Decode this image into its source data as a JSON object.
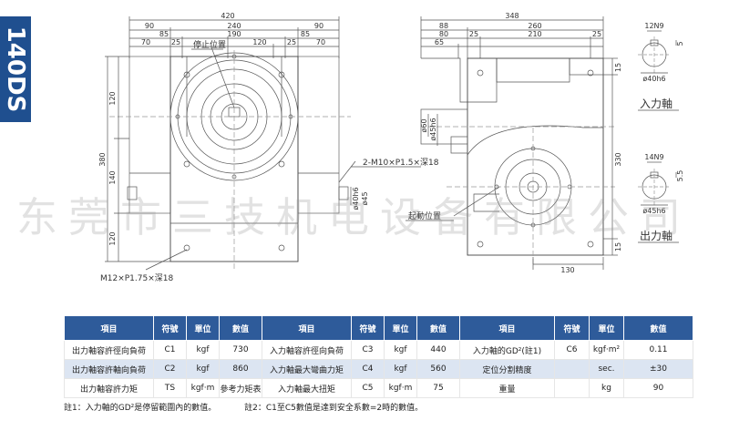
{
  "model": "140DS",
  "watermark": "东莞市三技机电设备有限公司",
  "front_view": {
    "dims_top": [
      "420",
      "90",
      "240",
      "90",
      "85",
      "190",
      "85",
      "70",
      "120",
      "25",
      "25",
      "70"
    ],
    "dims_left": [
      "120",
      "380",
      "140",
      "120"
    ],
    "labels": {
      "stop_position": "停止位置",
      "tap_top": "2-M10×P1.5×深18",
      "tap_bottom": "M12×P1.75×深18",
      "d40": "ø40h6",
      "d45": "ø45"
    }
  },
  "side_view": {
    "dims_top": [
      "348",
      "88",
      "260",
      "80",
      "25",
      "210",
      "25",
      "65"
    ],
    "dims_right": [
      "15",
      "330",
      "15"
    ],
    "dims_bottom": [
      "130"
    ],
    "labels": {
      "d60": "ø60",
      "d45h6": "ø45h6",
      "indexing_position": "起動位置"
    }
  },
  "input_shaft": {
    "label": "入力軸",
    "key": "12N9",
    "dim": "5",
    "dia": "ø40h6"
  },
  "output_shaft": {
    "label": "出力軸",
    "key": "14N9",
    "dim": "5.5",
    "dia": "ø45h6"
  },
  "table": {
    "headers": [
      "項目",
      "符號",
      "單位",
      "數值",
      "項目",
      "符號",
      "單位",
      "數值",
      "項目",
      "符號",
      "單位",
      "數值"
    ],
    "rows": [
      [
        "出力軸容許徑向負荷",
        "C1",
        "kgf",
        "730",
        "入力軸容許徑向負荷",
        "C3",
        "kgf",
        "440",
        "入力軸的GD²(註1)",
        "C6",
        "kgf·m²",
        "0.11"
      ],
      [
        "出力軸容許軸向負荷",
        "C2",
        "kgf",
        "860",
        "入力軸最大彎曲力矩",
        "C4",
        "kgf",
        "560",
        "定位分割精度",
        "",
        "sec.",
        "±30"
      ],
      [
        "出力軸容許力矩",
        "TS",
        "kgf·m",
        "參考力矩表",
        "入力軸最大扭矩",
        "C5",
        "kgf·m",
        "75",
        "重量",
        "",
        "kg",
        "90"
      ]
    ]
  },
  "notes": [
    "註1：入力軸的GD²是停留範圍內的數值。",
    "註2：C1至C5數值是達到安全系數=2時的數值。"
  ]
}
